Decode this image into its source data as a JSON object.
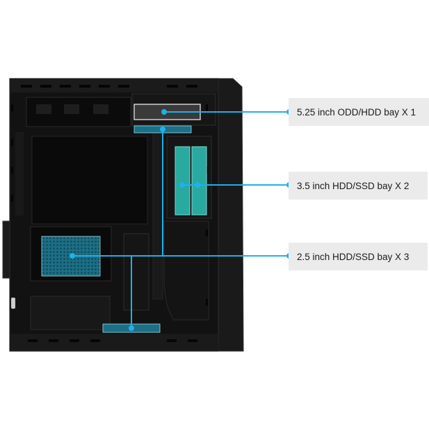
{
  "labels": {
    "odd_bay": "5.25 inch ODD/HDD bay X 1",
    "hdd35_bay": "3.5 inch HDD/SSD bay X 2",
    "ssd25_bay": "2.5 inch HDD/SSD bay X 3"
  },
  "colors": {
    "callout_line": "#1fb1e9",
    "highlight_fill": "#2aa9a0",
    "callout_background": "#ebebeb",
    "case_body": "#121212"
  }
}
